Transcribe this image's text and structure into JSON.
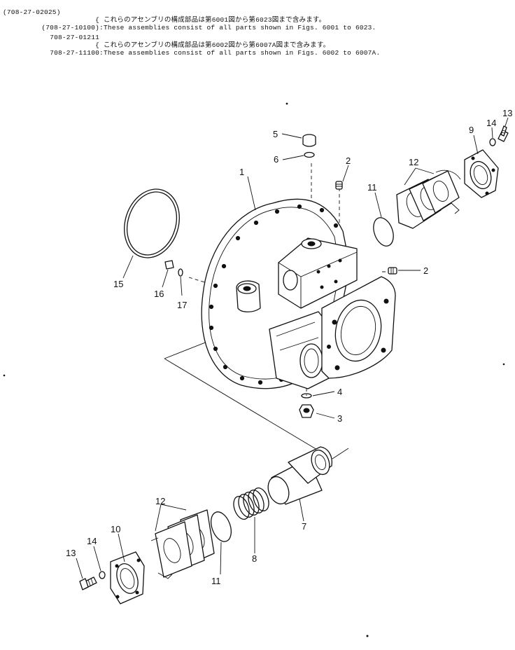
{
  "header": {
    "lines": [
      {
        "code": "(708-27-02025)",
        "sep": "",
        "text": ""
      },
      {
        "code": "{",
        "sep": "",
        "text": "これらのアセンブリの構成部品は第6001図から第6023図まで含みます。"
      },
      {
        "code": "(708-27-10100)",
        "sep": ":",
        "text": "These assemblies consist of all parts shown in Figs. 6001 to 6023."
      },
      {
        "code": "708-27-01211",
        "sep": "",
        "text": ""
      },
      {
        "code": "{",
        "sep": "",
        "text": "これらのアセンブリの構成部品は第6002図から第6007A図まで含みます。"
      },
      {
        "code": "708-27-11100",
        "sep": ":",
        "text": "These assemblies consist of all parts shown in Figs. 6002 to 6007A."
      }
    ]
  },
  "callouts": [
    "1",
    "2",
    "2",
    "3",
    "4",
    "5",
    "6",
    "7",
    "8",
    "9",
    "10",
    "11",
    "11",
    "12",
    "12",
    "13",
    "13",
    "14",
    "14",
    "15",
    "16",
    "17"
  ]
}
